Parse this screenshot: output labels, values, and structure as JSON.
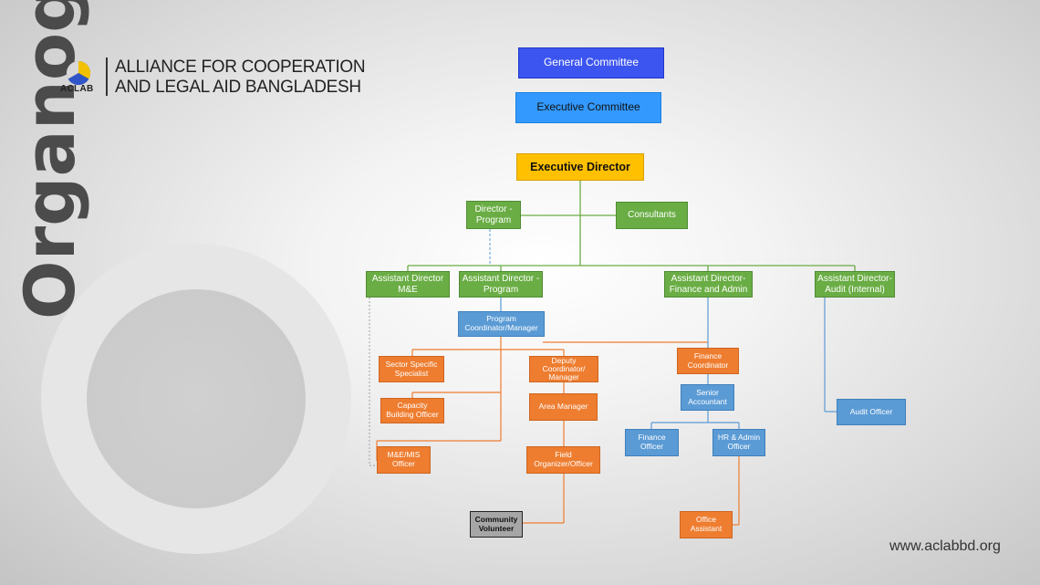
{
  "organization": {
    "logo_text": "ACLAB",
    "name_line1": "ALLIANCE FOR COOPERATION",
    "name_line2": "AND LEGAL AID BANGLADESH"
  },
  "page_title": "Organogram",
  "website": "www.aclabbd.org",
  "colors": {
    "general_committee": "#3c55f0",
    "executive_committee": "#3399ff",
    "executive_director": "#ffc000",
    "director_level": "#6aad45",
    "program_staff": "#ee7d30",
    "finance_staff": "#5b9bd5",
    "volunteer": "#a6a6a6"
  },
  "chart": {
    "general_committee": "General Committee",
    "executive_committee": "Executive Committee",
    "executive_director": "Executive Director",
    "director_program": "Director -\nProgram",
    "consultants": "Consultants",
    "ad_me": "Assistant Director\nM&E",
    "ad_program": "Assistant Director -\nProgram",
    "ad_finance": "Assistant Director-\nFinance and Admin",
    "ad_audit": "Assistant Director-\nAudit (Internal)",
    "program_coordinator": "Program\nCoordinator/Manager",
    "sector_specialist": "Sector Specific\nSpecialist",
    "capacity_officer": "Capacity\nBuilding Officer",
    "me_mis_officer": "M&E/MIS\nOfficer",
    "deputy_coordinator": "Deputy\nCoordinator/\nManager",
    "area_manager": "Area Manager",
    "field_organizer": "Field\nOrganizer/Officer",
    "community_volunteer": "Community\nVolunteer",
    "finance_coordinator": "Finance\nCoordinator",
    "senior_accountant": "Senior\nAccountant",
    "finance_officer": "Finance\nOfficer",
    "hr_admin_officer": "HR & Admin\nOfficer",
    "office_assistant": "Office\nAssistant",
    "audit_officer": "Audit Officer"
  }
}
